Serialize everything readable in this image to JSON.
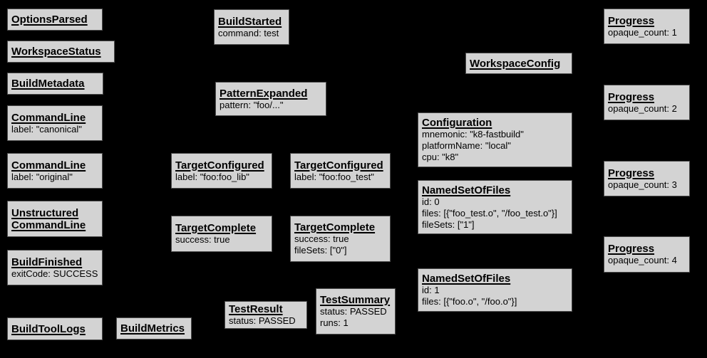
{
  "diagram": {
    "colors": {
      "background": "#000000",
      "node_fill": "#d3d3d3",
      "node_border": "#4e4e4e",
      "node_text": "#000000"
    },
    "nodes": {
      "options_parsed": {
        "title": "OptionsParsed",
        "lines": []
      },
      "workspace_status": {
        "title": "WorkspaceStatus",
        "lines": []
      },
      "build_metadata": {
        "title": "BuildMetadata",
        "lines": []
      },
      "command_line_canonical": {
        "title": "CommandLine",
        "lines": [
          "label: \"canonical\""
        ]
      },
      "command_line_original": {
        "title": "CommandLine",
        "lines": [
          "label: \"original\""
        ]
      },
      "unstructured_command_line": {
        "title": "Unstructured CommandLine",
        "lines": []
      },
      "build_finished": {
        "title": "BuildFinished",
        "lines": [
          "exitCode: SUCCESS"
        ]
      },
      "build_tool_logs": {
        "title": "BuildToolLogs",
        "lines": []
      },
      "build_metrics": {
        "title": "BuildMetrics",
        "lines": []
      },
      "build_started": {
        "title": "BuildStarted",
        "lines": [
          "command: test"
        ]
      },
      "pattern_expanded": {
        "title": "PatternExpanded",
        "lines": [
          "pattern: \"foo/...\""
        ]
      },
      "target_configured_lib": {
        "title": "TargetConfigured",
        "lines": [
          "label: \"foo:foo_lib\""
        ]
      },
      "target_configured_test": {
        "title": "TargetConfigured",
        "lines": [
          "label: \"foo:foo_test\""
        ]
      },
      "target_complete_lib": {
        "title": "TargetComplete",
        "lines": [
          "success: true"
        ]
      },
      "target_complete_test": {
        "title": "TargetComplete",
        "lines": [
          "success: true",
          "fileSets: [\"0\"]"
        ]
      },
      "test_result": {
        "title": "TestResult",
        "lines": [
          "status: PASSED"
        ]
      },
      "test_summary": {
        "title": "TestSummary",
        "lines": [
          "status: PASSED",
          "runs: 1"
        ]
      },
      "workspace_config": {
        "title": "WorkspaceConfig",
        "lines": []
      },
      "configuration": {
        "title": "Configuration",
        "lines": [
          "mnemonic: \"k8-fastbuild\"",
          "platformName: \"local\"",
          "cpu: \"k8\""
        ]
      },
      "named_set_of_files_0": {
        "title": "NamedSetOfFiles",
        "lines": [
          "id: 0",
          "files: [{\"foo_test.o\", \"/foo_test.o\"}]",
          "fileSets: [\"1\"]"
        ]
      },
      "named_set_of_files_1": {
        "title": "NamedSetOfFiles",
        "lines": [
          "id: 1",
          "files: [{\"foo.o\", \"/foo.o\"}]"
        ]
      },
      "progress_1": {
        "title": "Progress",
        "lines": [
          "opaque_count: 1"
        ]
      },
      "progress_2": {
        "title": "Progress",
        "lines": [
          "opaque_count: 2"
        ]
      },
      "progress_3": {
        "title": "Progress",
        "lines": [
          "opaque_count: 3"
        ]
      },
      "progress_4": {
        "title": "Progress",
        "lines": [
          "opaque_count: 4"
        ]
      }
    }
  }
}
